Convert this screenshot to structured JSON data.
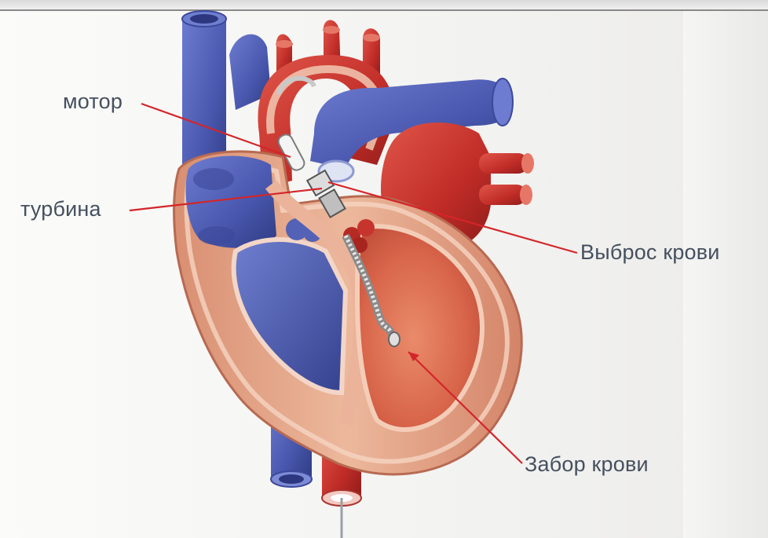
{
  "labels": {
    "motor": "мотор",
    "turbine": "турбина",
    "outflow": "Выброс крови",
    "inflow": "Забор крови"
  },
  "colors": {
    "artery_red": "#c8322c",
    "vein_blue": "#4e5eb2",
    "myocardium": "#e3a88a",
    "pointer_line": "#d4252a",
    "label_text": "#45505f"
  }
}
